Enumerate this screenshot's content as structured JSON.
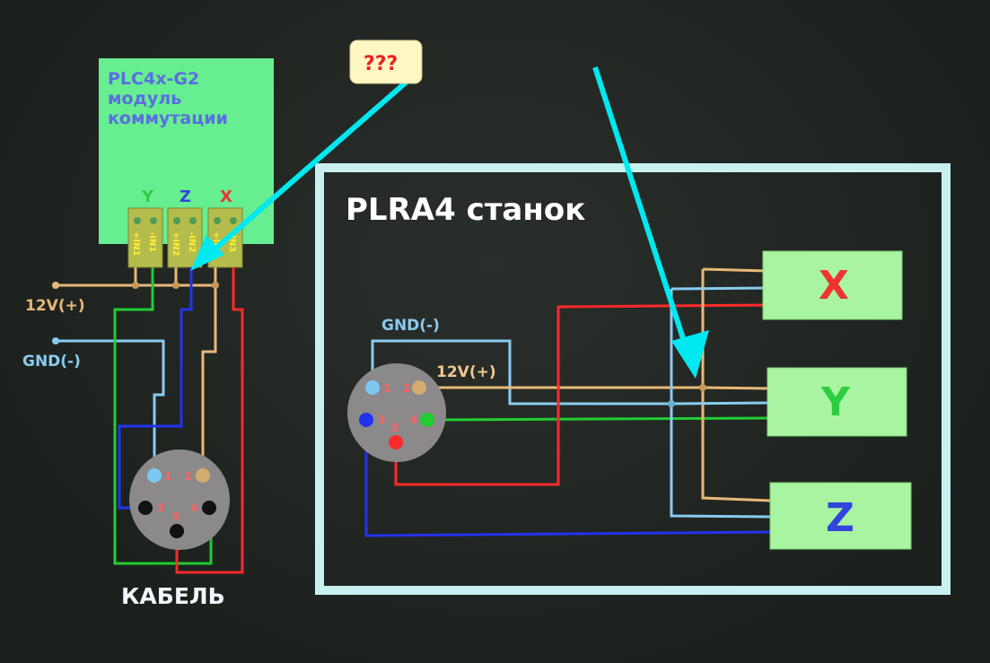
{
  "module": {
    "title_lines": [
      "PLC4x-G2",
      "модуль",
      "коммутации"
    ],
    "axes": [
      {
        "label": "Y",
        "color": "#2ecc40"
      },
      {
        "label": "Z",
        "color": "#3344dd"
      },
      {
        "label": "X",
        "color": "#ee3333"
      }
    ],
    "terminals": [
      "+IN1",
      "-IN1",
      "+IN2",
      "-IN2",
      "+IN3",
      "-IN3"
    ]
  },
  "left_labels": {
    "v12": "12V(+)",
    "gnd": "GND(-)"
  },
  "cable": {
    "label": "КАБЕЛЬ",
    "pins": [
      "1",
      "2",
      "3",
      "4",
      "5"
    ]
  },
  "machine": {
    "title": "PLRA4 станок",
    "gnd": "GND(-)",
    "v12": "12V(+)",
    "pins": [
      "1",
      "2",
      "3",
      "4",
      "5"
    ],
    "motors": [
      {
        "label": "X",
        "color": "#ee3333"
      },
      {
        "label": "Y",
        "color": "#2ecc40"
      },
      {
        "label": "Z",
        "color": "#3344dd"
      }
    ]
  },
  "callout": {
    "text": "???"
  },
  "colors": {
    "v12": "#e8b878",
    "gnd": "#88ccf0",
    "blue": "#2233ee",
    "green": "#22cc33",
    "red": "#ff2a2a",
    "arrow": "#00e8f0",
    "frame": "#c8f0f0",
    "module": "#66ee90"
  }
}
